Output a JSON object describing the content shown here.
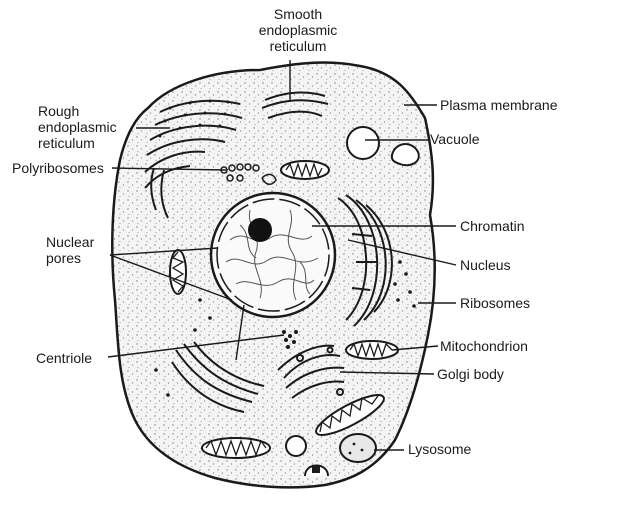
{
  "labels": {
    "smooth_er": [
      "Smooth",
      "endoplasmic",
      "reticulum"
    ],
    "rough_er": [
      "Rough",
      "endoplasmic",
      "reticulum"
    ],
    "polyribosomes": "Polyribosomes",
    "nuclear_pores": [
      "Nuclear",
      "pores"
    ],
    "centriole": "Centriole",
    "plasma_membrane": "Plasma membrane",
    "vacuole": "Vacuole",
    "chromatin": "Chromatin",
    "nucleus": "Nucleus",
    "ribosomes": "Ribosomes",
    "mitochondrion": "Mitochondrion",
    "golgi_body": "Golgi body",
    "lysosome": "Lysosome"
  },
  "colors": {
    "ink": "#1a1a1a",
    "cytoplasm": "#f2f2f2",
    "nucleolus": "#111111"
  }
}
